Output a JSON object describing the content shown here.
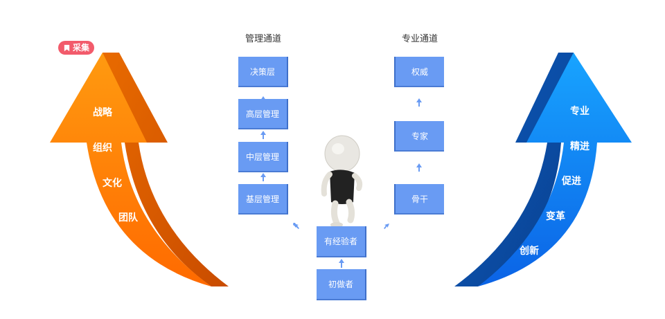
{
  "badge": {
    "label": "采集",
    "icon": "collect-icon",
    "color": "#f25b6b"
  },
  "management": {
    "title": "管理通道",
    "levels": [
      "决策层",
      "高层管理",
      "中层管理",
      "基层管理"
    ]
  },
  "professional": {
    "title": "专业通道",
    "levels": [
      "权威",
      "专家",
      "骨干"
    ]
  },
  "center": {
    "levels": [
      "有经验者",
      "初做者"
    ]
  },
  "left_arrow": {
    "labels": [
      "战略",
      "组织",
      "文化",
      "团队"
    ],
    "colors": {
      "light": "#ff9a10",
      "dark": "#e05a00",
      "side": "#d25500"
    }
  },
  "right_arrow": {
    "labels": [
      "专业",
      "精进",
      "促进",
      "变革",
      "创新"
    ],
    "colors": {
      "light": "#1f9bff",
      "dark": "#0a5ed8",
      "side": "#0b4a9a"
    }
  },
  "box_color": "#699bf3"
}
